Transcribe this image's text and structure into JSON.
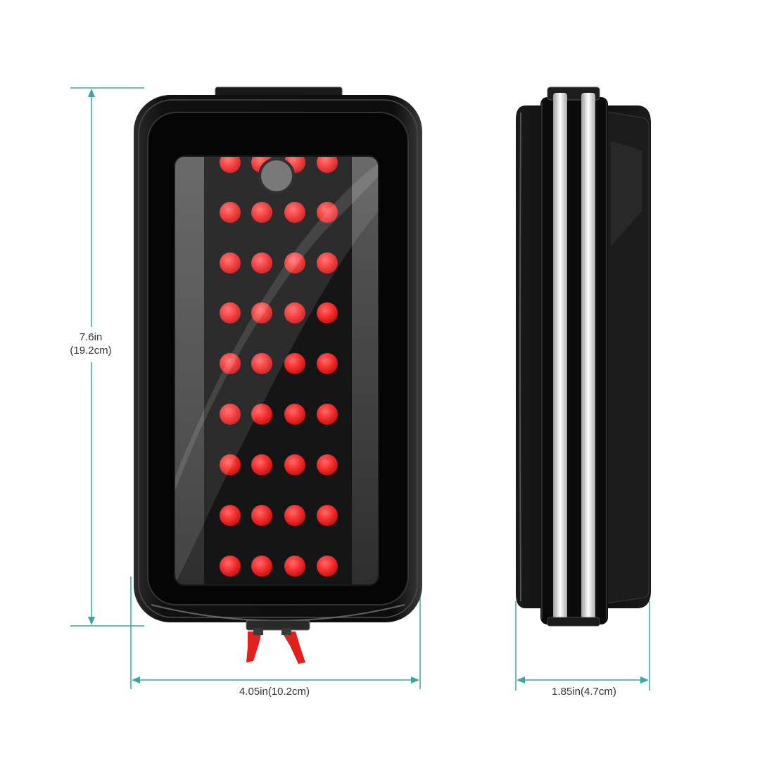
{
  "dimensions": {
    "height_in": "7.6in",
    "height_cm": "(19.2cm)",
    "width": "4.05in(10.2cm)",
    "depth": "1.85in(4.7cm)"
  },
  "colors": {
    "dimension_line": "#3aa7a3",
    "case_body": "#0c0c0c",
    "led_red": "#ff2a2a",
    "clip_red": "#e0201c"
  },
  "product": {
    "view_front": "front-view",
    "view_side": "side-view"
  }
}
